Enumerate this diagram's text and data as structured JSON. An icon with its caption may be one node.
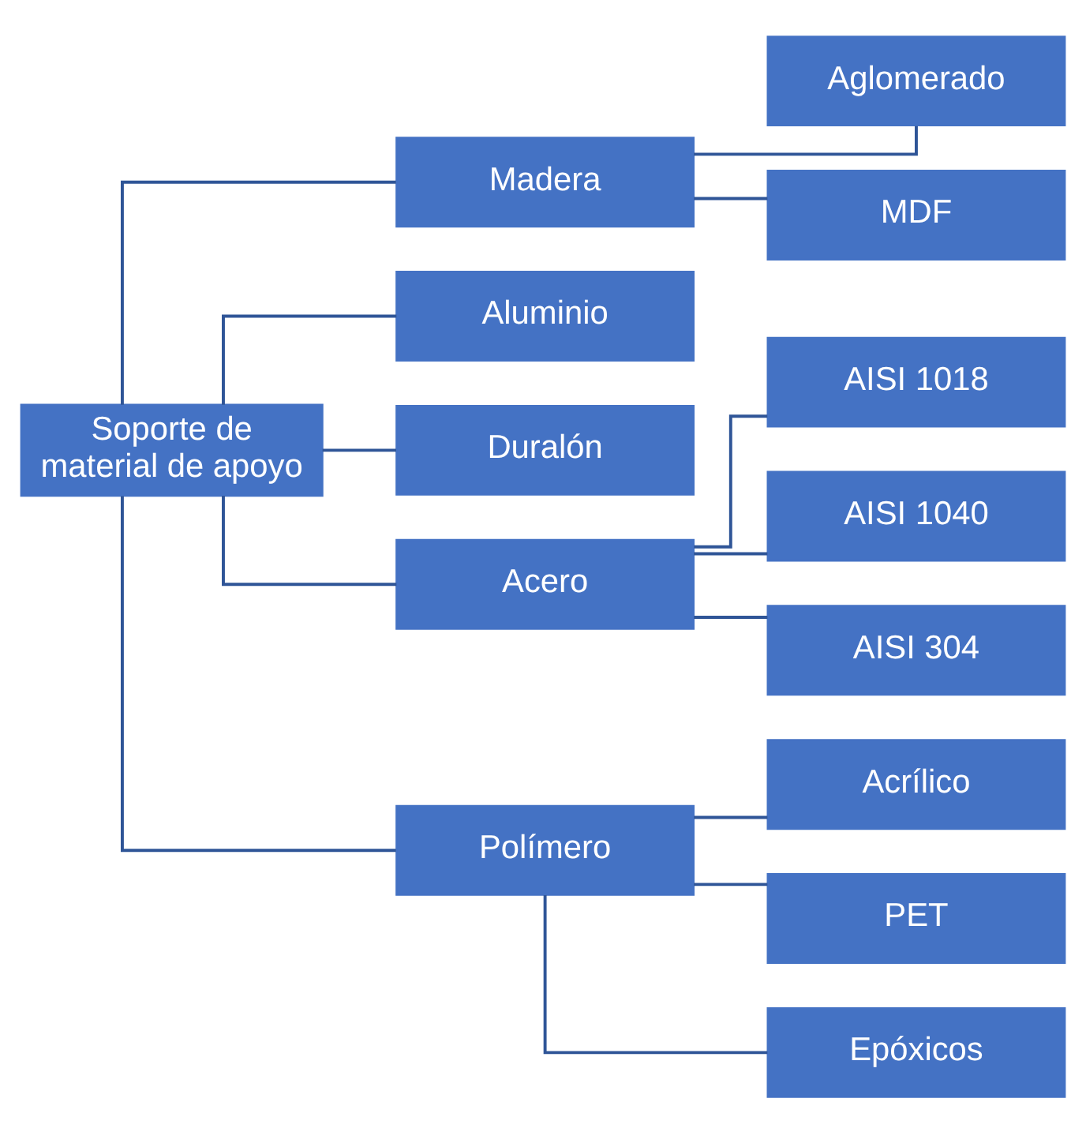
{
  "diagram": {
    "nodes": [
      {
        "text": [
          "Soporte de material de apoyo"
        ]
      },
      {
        "text": [
          "Madera"
        ]
      },
      {
        "text": [
          "Aglomerado"
        ]
      },
      {
        "text": [
          "MDF"
        ]
      },
      {
        "text": [
          "Aluminio"
        ]
      },
      {
        "text": [
          "Duralón"
        ]
      },
      {
        "text": [
          "Acero"
        ]
      },
      {
        "text": [
          "AISI 1018"
        ]
      },
      {
        "text": [
          "AISI 1040"
        ]
      },
      {
        "text": [
          "AISI 304"
        ]
      },
      {
        "text": [
          "Polímero"
        ]
      },
      {
        "text": [
          "Acrílico"
        ]
      },
      {
        "text": [
          "PET"
        ]
      },
      {
        "text": [
          "Epóxicos"
        ]
      }
    ],
    "edges": [
      {
        "from": 0,
        "to": 1,
        "arrow": "none"
      },
      {
        "from": 0,
        "to": 4,
        "arrow": "none"
      },
      {
        "from": 0,
        "to": 5,
        "arrow": "none"
      },
      {
        "from": 0,
        "to": 6,
        "arrow": "none"
      },
      {
        "from": 0,
        "to": 10,
        "arrow": "none"
      },
      {
        "from": 1,
        "to": 2,
        "arrow": "none"
      },
      {
        "from": 1,
        "to": 3,
        "arrow": "none"
      },
      {
        "from": 6,
        "to": 7,
        "arrow": "none"
      },
      {
        "from": 6,
        "to": 8,
        "arrow": "none"
      },
      {
        "from": 6,
        "to": 9,
        "arrow": "none"
      },
      {
        "from": 10,
        "to": 11,
        "arrow": "none"
      },
      {
        "from": 10,
        "to": 12,
        "arrow": "none"
      },
      {
        "from": 10,
        "to": 13,
        "arrow": "none"
      }
    ]
  }
}
